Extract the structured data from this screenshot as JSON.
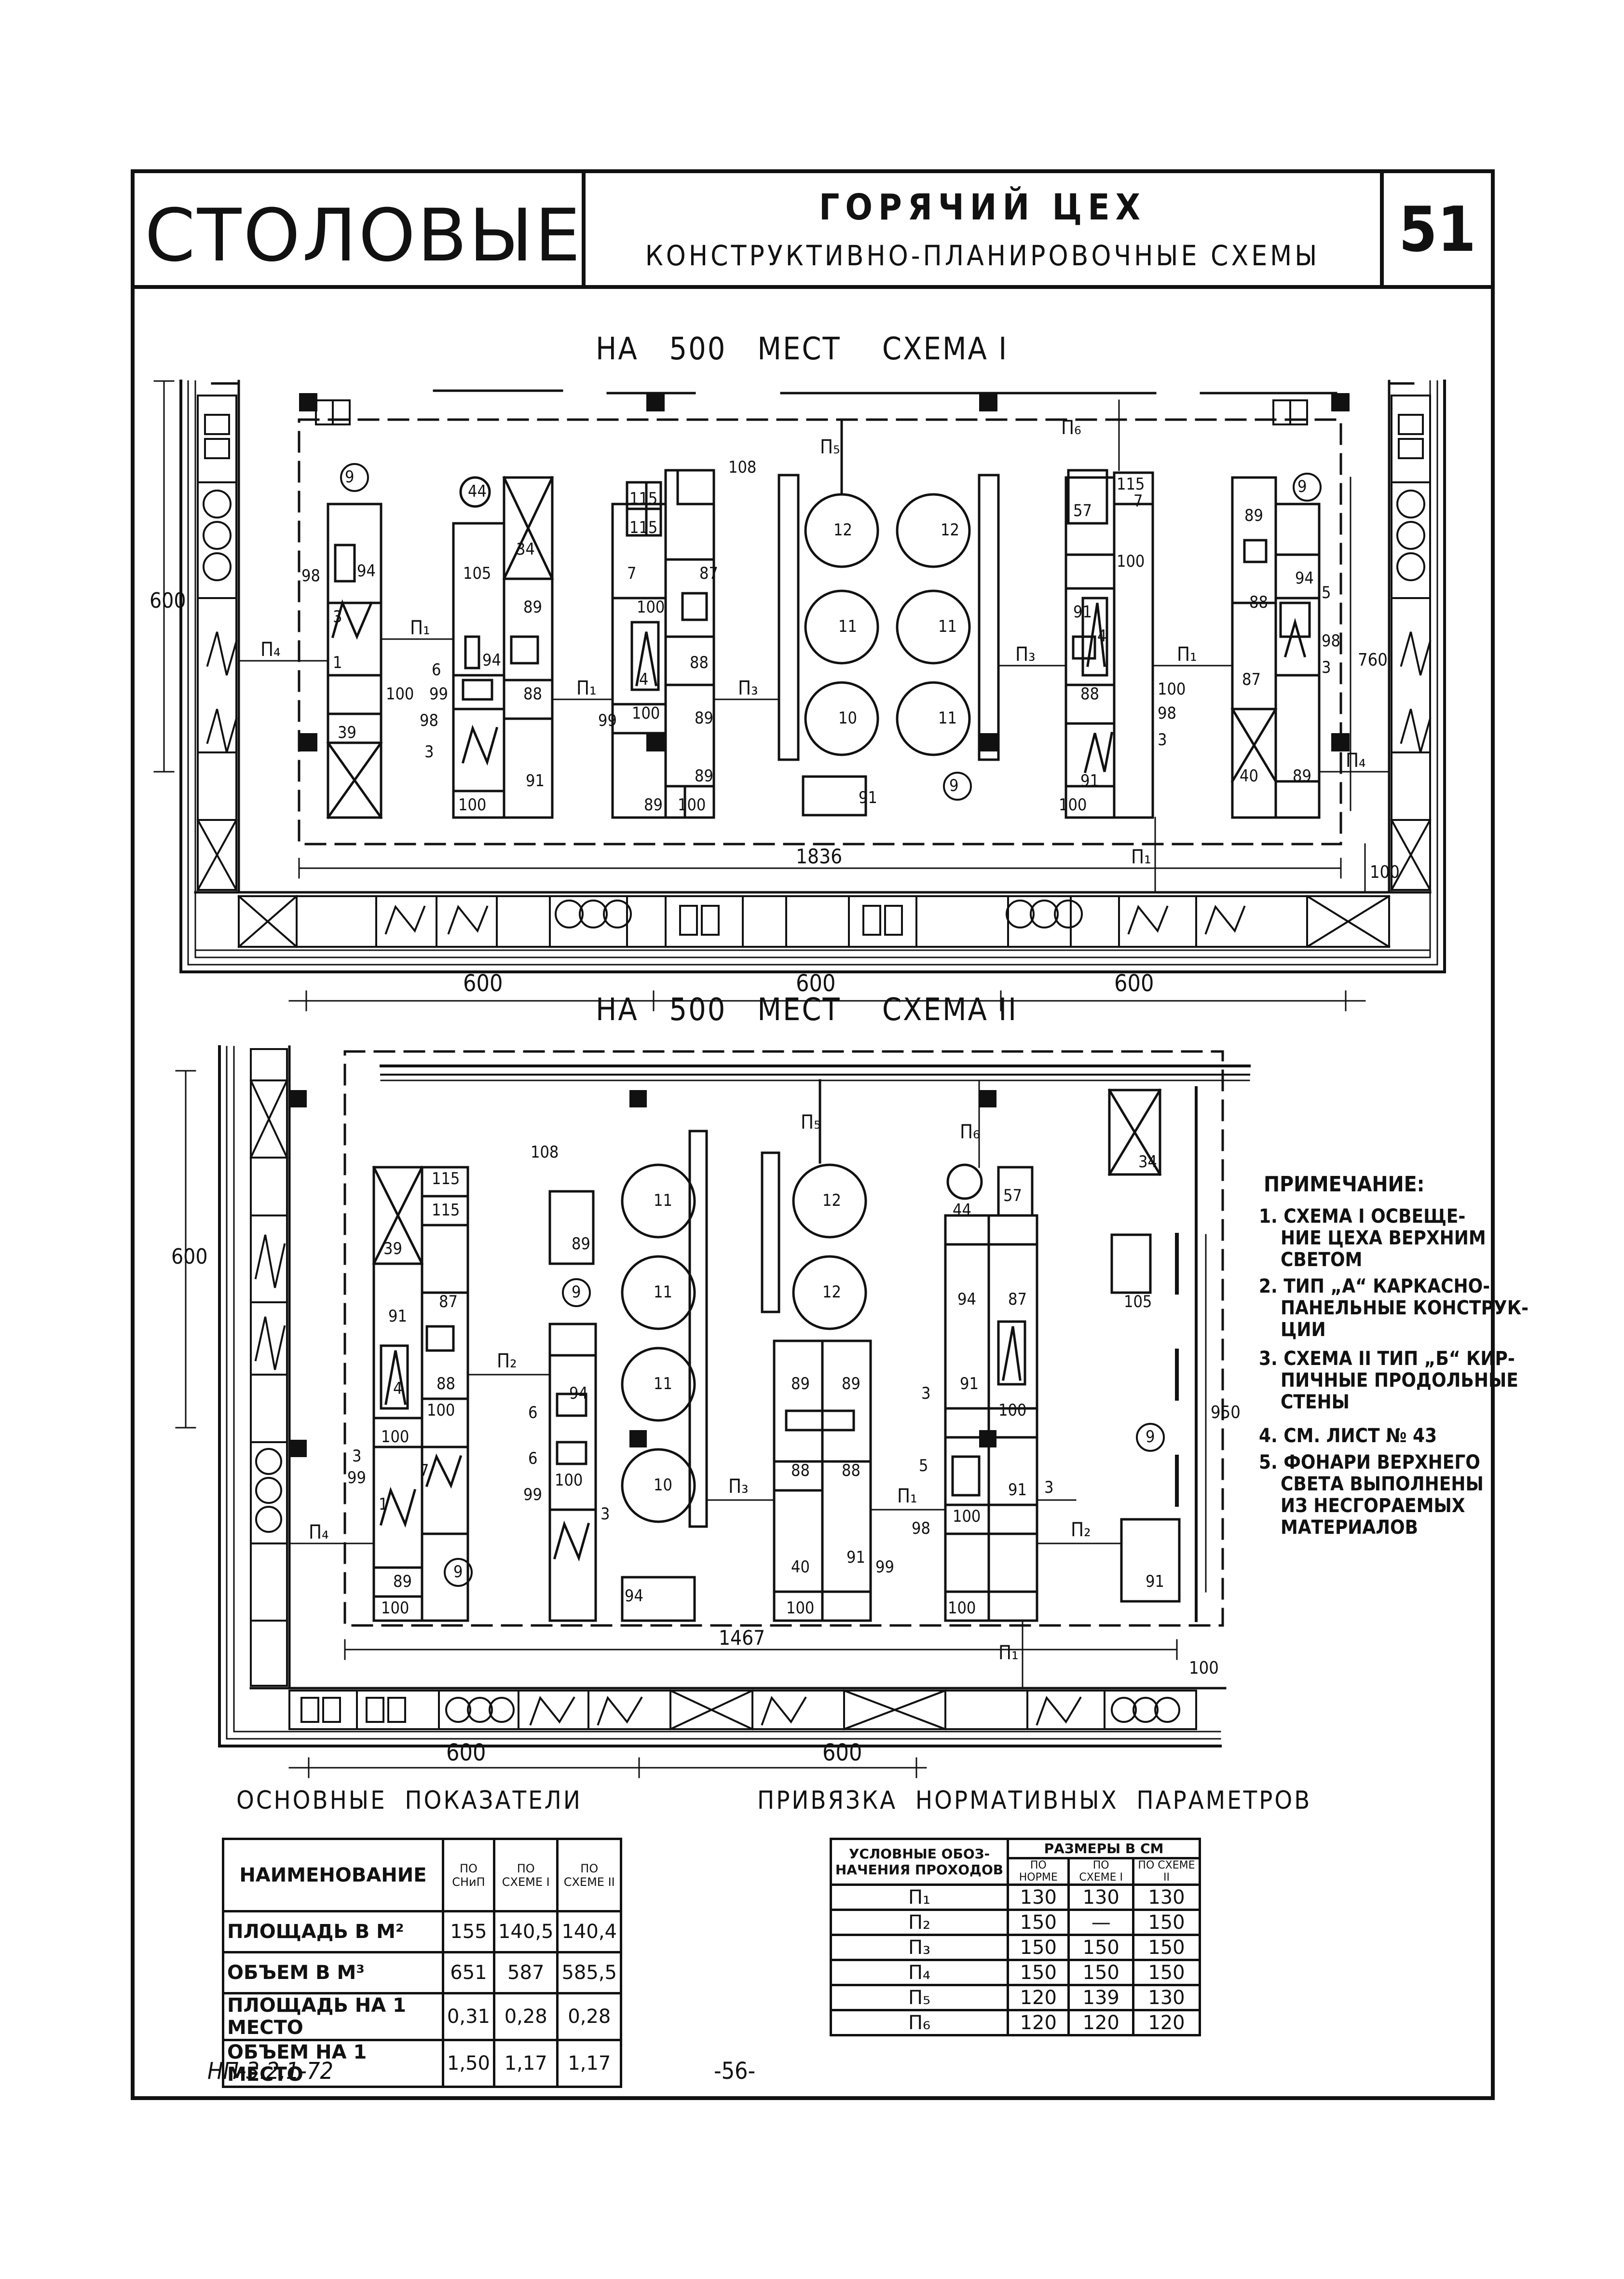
{
  "header": {
    "category": "СТОЛОВЫЕ",
    "title": "ГОРЯЧИЙ ЦЕХ",
    "subtitle": "КОНСТРУКТИВНО-ПЛАНИРОВОЧНЫЕ СХЕМЫ",
    "sheet_number": "51"
  },
  "scheme1": {
    "title": "НА   500   МЕСТ    СХЕМА I",
    "dim_height": "600",
    "dim_right": "760",
    "dim_inner_width": "1836",
    "dim_gap": "100",
    "bays": [
      "600",
      "600",
      "600"
    ],
    "labels": {
      "eq_9a": "9",
      "eq_44": "44",
      "eq_34": "34",
      "eq_108": "108",
      "eq_115a": "115",
      "eq_115b": "115",
      "eq_115c": "115",
      "eq_57": "57",
      "eq_9b": "9",
      "eq_98a": "98",
      "eq_94a": "94",
      "eq_3a": "3",
      "eq_1a": "1",
      "eq_100a": "100",
      "eq_39": "39",
      "eq_105": "105",
      "eq_89a": "89",
      "eq_94b": "94",
      "eq_88a": "88",
      "eq_6": "6",
      "eq_99a": "99",
      "eq_98b": "98",
      "eq_3b": "3",
      "eq_91a": "91",
      "eq_100b": "100",
      "eq_7a": "7",
      "eq_100c": "100",
      "eq_87a": "87",
      "eq_4a": "4",
      "eq_88b": "88",
      "eq_99b": "99",
      "eq_100d": "100",
      "eq_89b": "89",
      "eq_89c": "89",
      "eq_89d": "89",
      "eq_100e": "100",
      "eq_12a": "12",
      "eq_12b": "12",
      "eq_11a": "11",
      "eq_11b": "11",
      "eq_10": "10",
      "eq_11c": "11",
      "eq_9c": "9",
      "eq_91b": "91",
      "eq_100f": "100",
      "eq_91c": "91",
      "eq_4b": "4",
      "eq_88c": "88",
      "eq_100g": "100",
      "eq_98c": "98",
      "eq_3c": "3",
      "eq_91d": "91",
      "eq_100h": "100",
      "eq_89e": "89",
      "eq_94c": "94",
      "eq_88d": "88",
      "eq_5": "5",
      "eq_98d": "98",
      "eq_3d": "3",
      "eq_87b": "87",
      "eq_40": "40",
      "eq_89f": "89",
      "eq_7b": "7",
      "p1a": "П₁",
      "p1b": "П₁",
      "p1c": "П₁",
      "p1d": "П₁",
      "p3a": "П₃",
      "p3b": "П₃",
      "p4a": "П₄",
      "p4b": "П₄",
      "p5": "П₅",
      "p6": "П₆"
    }
  },
  "scheme2": {
    "title": "НА   500   МЕСТ    СХЕМА II",
    "dim_height": "600",
    "dim_right": "950",
    "dim_inner_width": "1467",
    "dim_gap": "100",
    "bays": [
      "600",
      "600"
    ],
    "labels": {
      "eq_115a": "115",
      "eq_115b": "115",
      "eq_39": "39",
      "eq_108": "108",
      "eq_89a": "89",
      "eq_11a": "11",
      "eq_11b": "11",
      "eq_11c": "11",
      "eq_10": "10",
      "eq_12a": "12",
      "eq_12b": "12",
      "eq_44": "44",
      "eq_57": "57",
      "eq_34": "34",
      "eq_105": "105",
      "eq_9a": "9",
      "eq_9b": "9",
      "eq_9c": "9",
      "eq_87a": "87",
      "eq_91a": "91",
      "eq_4a": "4",
      "eq_88a": "88",
      "eq_100a": "100",
      "eq_3a": "3",
      "eq_99a": "99",
      "eq_7": "7",
      "eq_1a": "1",
      "eq_100b": "100",
      "eq_89b": "89",
      "eq_100c": "100",
      "eq_94a": "94",
      "eq_6a": "6",
      "eq_6b": "6",
      "eq_99b": "99",
      "eq_100d": "100",
      "eq_3b": "3",
      "eq_94b": "94",
      "eq_89c": "89",
      "eq_89d": "89",
      "eq_88b": "88",
      "eq_88c": "88",
      "eq_40": "40",
      "eq_100e": "100",
      "eq_91b": "91",
      "eq_99c": "99",
      "eq_94c": "94",
      "eq_87b": "87",
      "eq_91c": "91",
      "eq_3c": "3",
      "eq_100f": "100",
      "eq_5": "5",
      "eq_98": "98",
      "eq_91d": "91",
      "eq_3d": "3",
      "eq_100g": "100",
      "eq_91e": "91",
      "eq_100h": "100",
      "p1a": "П₁",
      "p1b": "П₁",
      "p2a": "П₂",
      "p2b": "П₂",
      "p3": "П₃",
      "p4": "П₄",
      "p5": "П₅",
      "p6": "П₆"
    }
  },
  "notes": {
    "title": "ПРИМЕЧАНИЕ:",
    "items": [
      "1. СХЕМА I ОСВЕЩЕ-",
      "НИЕ ЦЕХА ВЕРХНИМ",
      "СВЕТОМ",
      "2. ТИП „А“ КАРКАСНО-",
      "ПАНЕЛЬНЫЕ КОНСТРУК-",
      "ЦИИ",
      "3. СХЕМА II ТИП „Б“ КИР-",
      "ПИЧНЫЕ ПРОДОЛЬНЫЕ",
      "СТЕНЫ",
      "4. СМ. ЛИСТ № 43",
      "5. ФОНАРИ ВЕРХНЕГО",
      "СВЕТА ВЫПОЛНЕНЫ",
      "ИЗ НЕСГОРАЕМЫХ",
      "МАТЕРИАЛОВ"
    ]
  },
  "indicators": {
    "title": "ОСНОВНЫЕ  ПОКАЗАТЕЛИ",
    "headers": [
      "НАИМЕНОВАНИЕ",
      "ПО СНиП",
      "ПО СХЕМЕ I",
      "ПО СХЕМЕ II"
    ],
    "rows": [
      [
        "ПЛОЩАДЬ В М²",
        "155",
        "140,5",
        "140,4"
      ],
      [
        "ОБЪЕМ В М³",
        "651",
        "587",
        "585,5"
      ],
      [
        "ПЛОЩАДЬ НА 1 МЕСТО",
        "0,31",
        "0,28",
        "0,28"
      ],
      [
        "ОБЪЕМ НА 1 МЕСТО",
        "1,50",
        "1,17",
        "1,17"
      ]
    ]
  },
  "norms": {
    "title": "ПРИВЯЗКА  НОРМАТИВНЫХ  ПАРАМЕТРОВ",
    "header_left": "УСЛОВНЫЕ ОБОЗ- НАЧЕНИЯ ПРОХОДОВ",
    "header_group": "РАЗМЕРЫ В СМ",
    "sub_headers": [
      "ПО НОРМЕ",
      "ПО СХЕМЕ I",
      "ПО СХЕМЕ II"
    ],
    "rows": [
      [
        "П₁",
        "130",
        "130",
        "130"
      ],
      [
        "П₂",
        "150",
        "—",
        "150"
      ],
      [
        "П₃",
        "150",
        "150",
        "150"
      ],
      [
        "П₄",
        "150",
        "150",
        "150"
      ],
      [
        "П₅",
        "120",
        "139",
        "130"
      ],
      [
        "П₆",
        "120",
        "120",
        "120"
      ]
    ]
  },
  "footer": {
    "code": "НП-3.2.1-72",
    "page": "-56-"
  }
}
